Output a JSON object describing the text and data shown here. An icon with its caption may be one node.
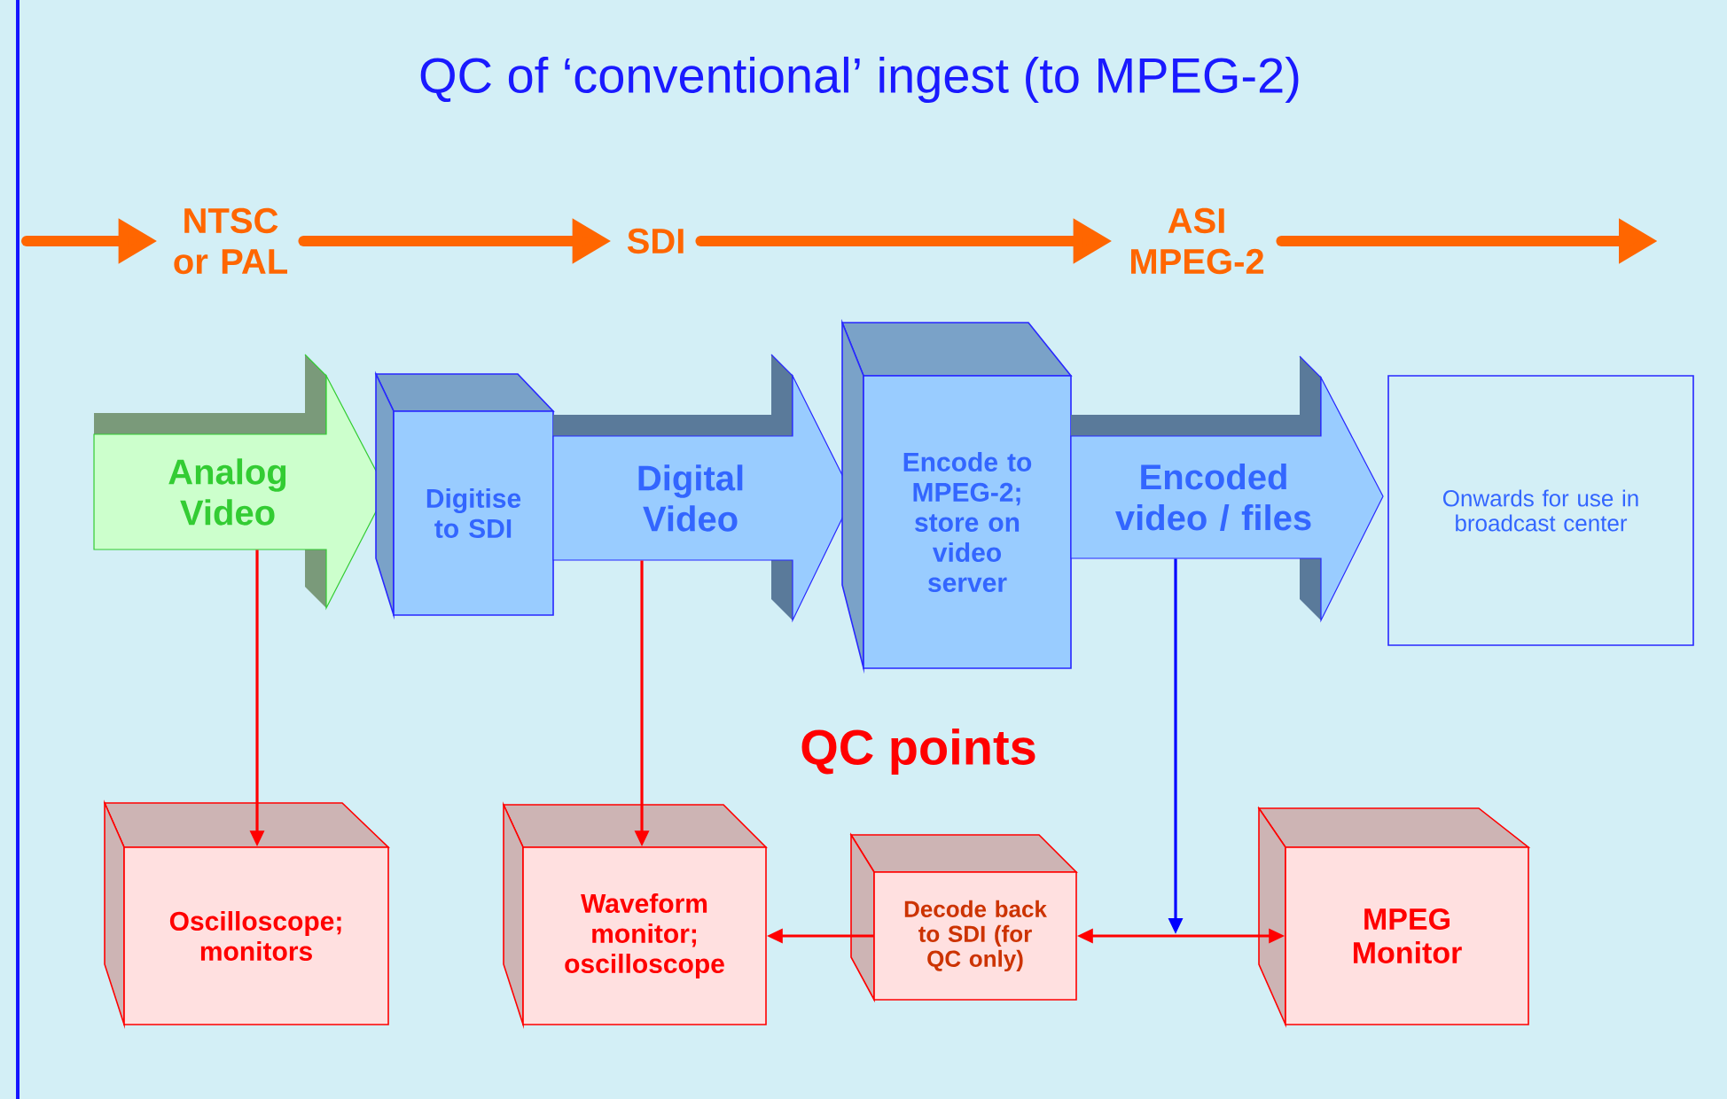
{
  "diagram": {
    "title": "QC of ‘conventional’ ingest (to MPEG-2)",
    "nodes": [
      {
        "text": [
          "NTSC or PAL"
        ]
      },
      {
        "text": [
          "SDI"
        ]
      },
      {
        "text": [
          "ASI MPEG-2"
        ]
      },
      {
        "text": [
          "Analog Video"
        ]
      },
      {
        "text": [
          "Digitise to SDI"
        ]
      },
      {
        "text": [
          "Digital Video"
        ]
      },
      {
        "text": [
          "Encode to MPEG-2; store on video server"
        ]
      },
      {
        "text": [
          "Encoded video / files"
        ]
      },
      {
        "text": [
          "Onwards for use in broadcast center"
        ]
      },
      {
        "text": [
          "Oscilloscope; monitors"
        ]
      },
      {
        "text": [
          "Waveform monitor; oscilloscope"
        ]
      },
      {
        "text": [
          "Decode back to SDI (for QC only)"
        ]
      },
      {
        "text": [
          "MPEG Monitor"
        ]
      }
    ],
    "edges": [
      {
        "from": null,
        "to": 0,
        "arrow": "to",
        "style": "thick",
        "color": "#ff6600"
      },
      {
        "from": 0,
        "to": 1,
        "arrow": "to",
        "style": "thick",
        "color": "#ff6600"
      },
      {
        "from": 1,
        "to": 2,
        "arrow": "to",
        "style": "thick",
        "color": "#ff6600"
      },
      {
        "from": 2,
        "to": null,
        "arrow": "to",
        "style": "thick",
        "color": "#ff6600"
      },
      {
        "from": 3,
        "to": 9,
        "arrow": "to",
        "color": "#ff0000"
      },
      {
        "from": 5,
        "to": 10,
        "arrow": "to",
        "color": "#ff0000"
      },
      {
        "from": 7,
        "to": null,
        "arrow": "to",
        "color": "#0000ff"
      },
      {
        "from": 11,
        "to": 12,
        "arrow": "both",
        "color": "#ff0000"
      },
      {
        "from": 11,
        "to": 10,
        "arrow": "to",
        "color": "#ff0000"
      }
    ],
    "labels": [
      "QC points"
    ]
  }
}
